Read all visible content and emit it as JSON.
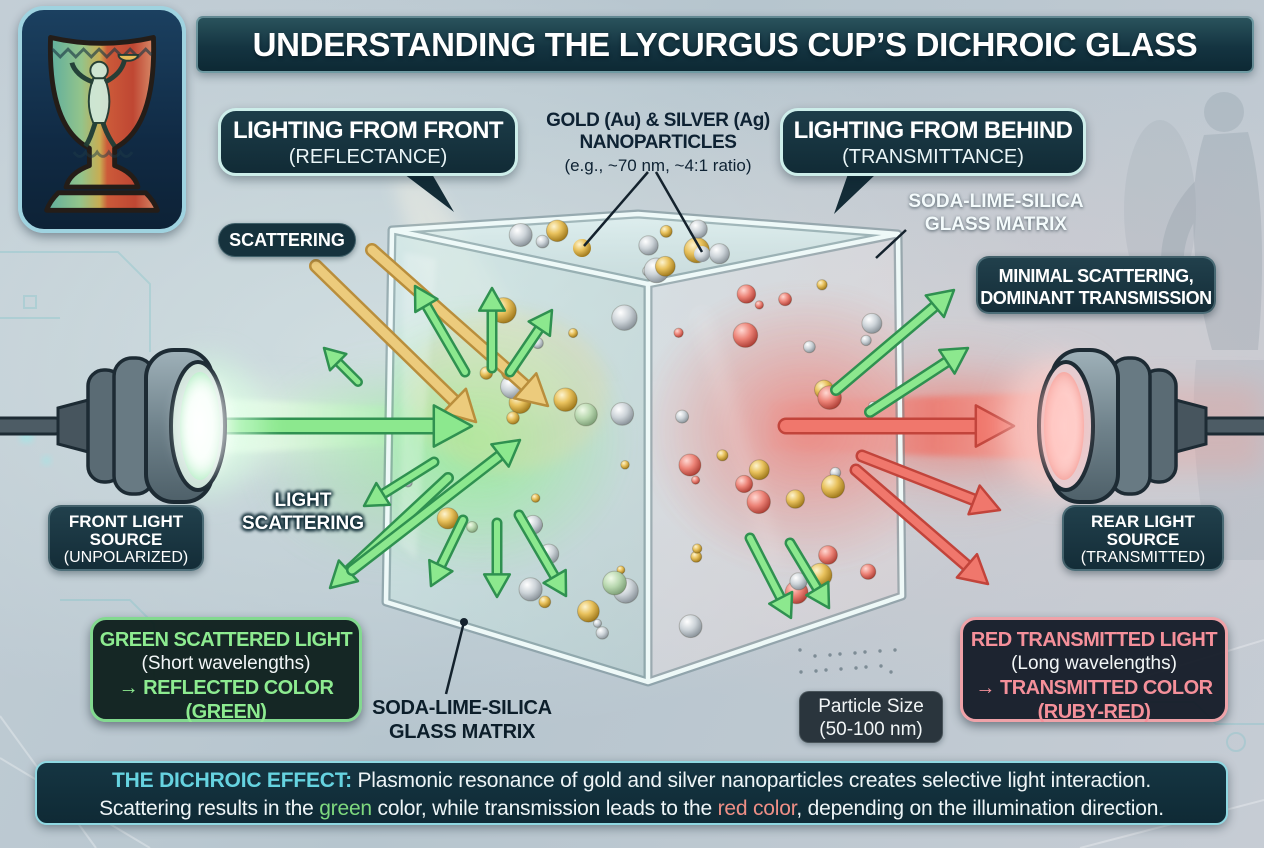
{
  "title": "UNDERSTANDING THE LYCURGUS CUP’S DICHROIC GLASS",
  "labels": {
    "front_lighting": {
      "title": "LIGHTING FROM FRONT",
      "subtitle": "(REFLECTANCE)"
    },
    "behind_lighting": {
      "title": "LIGHTING FROM BEHIND",
      "subtitle": "(TRANSMITTANCE)"
    },
    "nanoparticles": {
      "line1": "GOLD (Au) & SILVER (Ag)",
      "line2": "NANOPARTICLES",
      "line3": "(e.g., ~70 nm, ~4:1 ratio)"
    },
    "glass_matrix_top": {
      "line1": "SODA-LIME-SILICA",
      "line2": "GLASS MATRIX"
    },
    "minimal_scattering": {
      "line1": "MINIMAL SCATTERING,",
      "line2": "DOMINANT TRANSMISSION"
    },
    "scattering": "SCATTERING",
    "light_scattering": {
      "line1": "LIGHT",
      "line2": "SCATTERING"
    },
    "front_source": {
      "line1": "FRONT LIGHT",
      "line2": "SOURCE",
      "line3": "(UNPOLARIZED)"
    },
    "rear_source": {
      "line1": "REAR LIGHT",
      "line2": "SOURCE",
      "line3": "(TRANSMITTED)"
    },
    "green_result": {
      "line1": "GREEN SCATTERED LIGHT",
      "line2": "(Short wavelengths)",
      "line3": "→ REFLECTED COLOR",
      "line4": "(GREEN)"
    },
    "red_result": {
      "line1": "RED TRANSMITTED LIGHT",
      "line2": "(Long wavelengths)",
      "line3": "→ TRANSMITTED COLOR",
      "line4": "(RUBY-RED)"
    },
    "glass_matrix_bottom": {
      "line1": "SODA-LIME-SILICA",
      "line2": "GLASS MATRIX"
    },
    "particle_size": {
      "line1": "Particle Size",
      "line2": "(50-100 nm)"
    }
  },
  "footer": {
    "heading": "THE DICHROIC EFFECT:",
    "line1_rest": " Plasmonic resonance of gold and silver nanoparticles creates selective light interaction.",
    "line2_pre": "Scattering results in the ",
    "line2_green": "green",
    "line2_mid": " color, while transmission leads to the ",
    "line2_red": "red color",
    "line2_post": ", depending on the illumination direction."
  },
  "palette": {
    "scattered_green": "#7ed87e",
    "transmitted_red": "#ef8f86",
    "heading_cyan": "#66d3e0",
    "gold_particle": "#d9b24a",
    "silver_particle": "#c3cad0"
  }
}
